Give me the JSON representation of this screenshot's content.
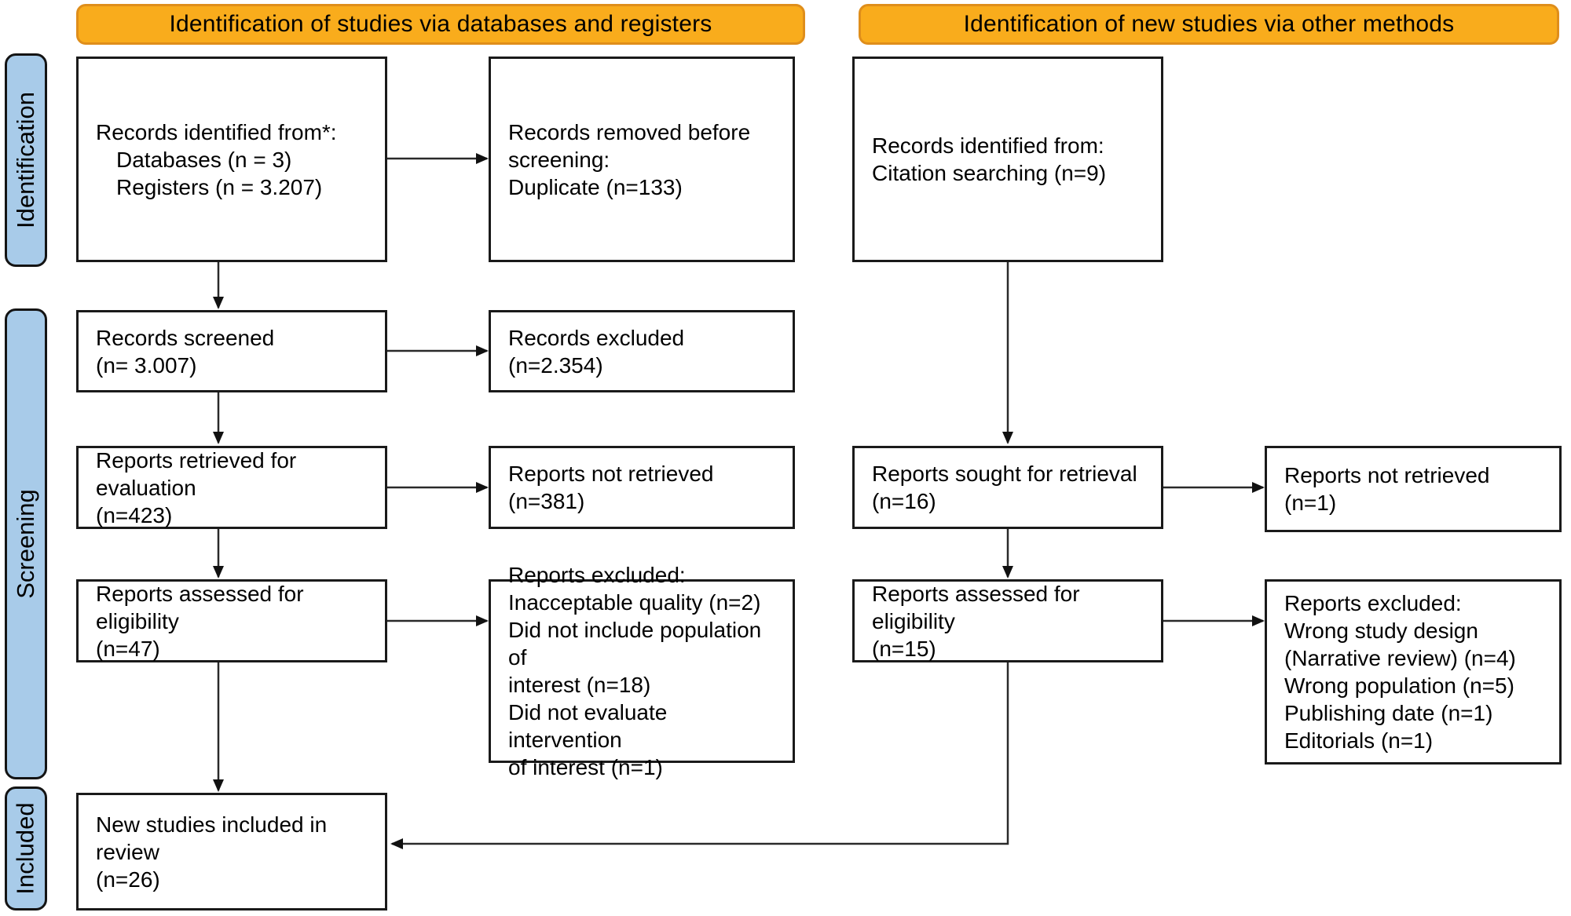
{
  "headers": {
    "left": "Identification of studies via databases and registers",
    "right": "Identification of new studies via other methods"
  },
  "stages": {
    "identification": "Identification",
    "screening": "Screening",
    "included": "Included"
  },
  "colors": {
    "banner_fill": "#F9AC1C",
    "banner_border": "#DF8E1B",
    "stage_fill": "#A8CBE9",
    "box_border": "#1A1A1A"
  },
  "boxes": {
    "identified_db": {
      "lines": [
        "Records identified from*:",
        "Databases (n = 3)",
        "Registers (n = 3.207)"
      ]
    },
    "removed": {
      "lines": [
        "Records removed before",
        "screening:",
        "Duplicate (n=133)"
      ]
    },
    "identified_other": {
      "lines": [
        "Records identified from:",
        "Citation searching (n=9)"
      ]
    },
    "screened": {
      "lines": [
        "Records screened",
        "(n= 3.007)"
      ]
    },
    "excluded_records": {
      "lines": [
        "Records excluded",
        "(n=2.354)"
      ]
    },
    "retrieved_eval": {
      "lines": [
        "Reports retrieved for",
        "evaluation",
        "(n=423)"
      ]
    },
    "not_retrieved_db": {
      "lines": [
        "Reports not retrieved",
        "(n=381)"
      ]
    },
    "sought_retrieval": {
      "lines": [
        "Reports sought for retrieval",
        "(n=16)"
      ]
    },
    "not_retrieved_other": {
      "lines": [
        "Reports not retrieved",
        "(n=1)"
      ]
    },
    "assessed_db": {
      "lines": [
        "Reports assessed for",
        "eligibility",
        "(n=47)"
      ]
    },
    "excluded_reports_db": {
      "lines": [
        "Reports excluded:",
        "Inacceptable quality (n=2)",
        "Did not include population of",
        "interest (n=18)",
        "Did not evaluate intervention",
        "of interest (n=1)"
      ]
    },
    "assessed_other": {
      "lines": [
        "Reports assessed for",
        "eligibility",
        "(n=15)"
      ]
    },
    "excluded_reports_other": {
      "lines": [
        "Reports excluded:",
        "Wrong study design",
        "(Narrative review) (n=4)",
        "Wrong population (n=5)",
        "Publishing date (n=1)",
        "Editorials (n=1)"
      ]
    },
    "included_new": {
      "lines": [
        "New studies included in",
        "review",
        "(n=26)"
      ]
    }
  }
}
